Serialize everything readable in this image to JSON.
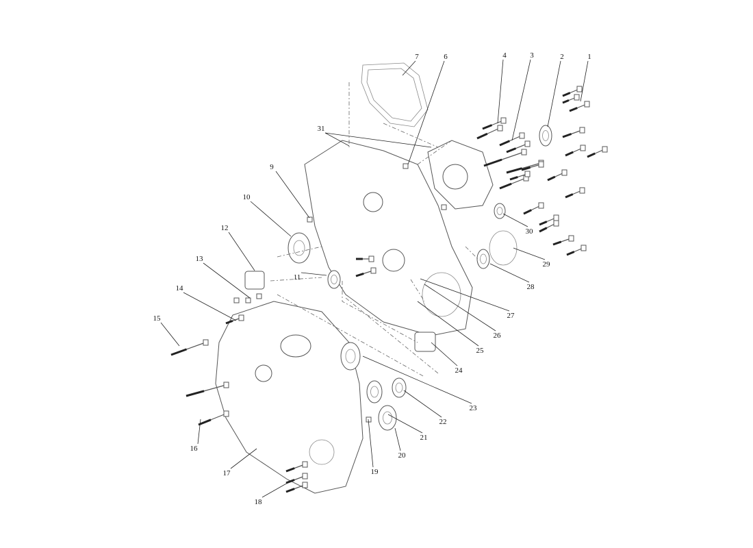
{
  "diagram": {
    "type": "exploded-parts-diagram",
    "callouts": [
      "1",
      "2",
      "3",
      "4",
      "6",
      "7",
      "31",
      "9",
      "10",
      "12",
      "13",
      "14",
      "15",
      "11",
      "30",
      "29",
      "28",
      "27",
      "26",
      "25",
      "24",
      "23",
      "22",
      "21",
      "20",
      "19",
      "18",
      "17",
      "16"
    ]
  }
}
